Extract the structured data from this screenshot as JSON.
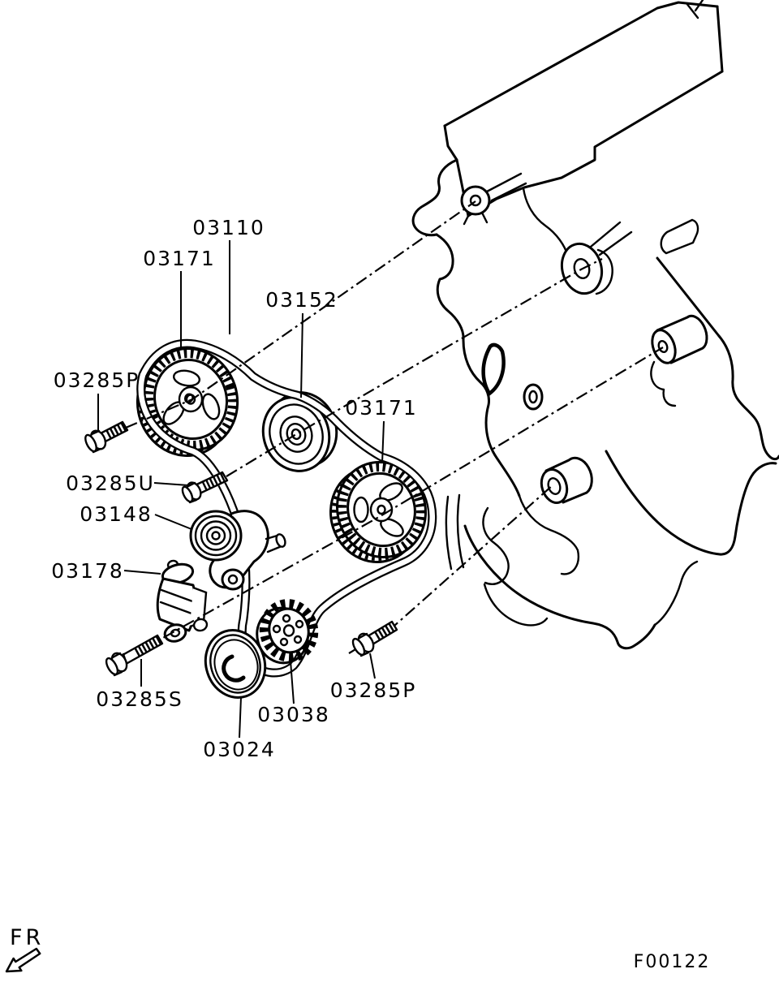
{
  "figure": {
    "callouts": [
      "03110",
      "03171",
      "03152",
      "03285P",
      "03171",
      "03285U",
      "03148",
      "03178",
      "03285S",
      "03024",
      "03038",
      "03285P"
    ],
    "front_marker": "FR",
    "figure_code": "F00122"
  },
  "colors": {
    "background": "#ffffff",
    "line": "#000000"
  }
}
